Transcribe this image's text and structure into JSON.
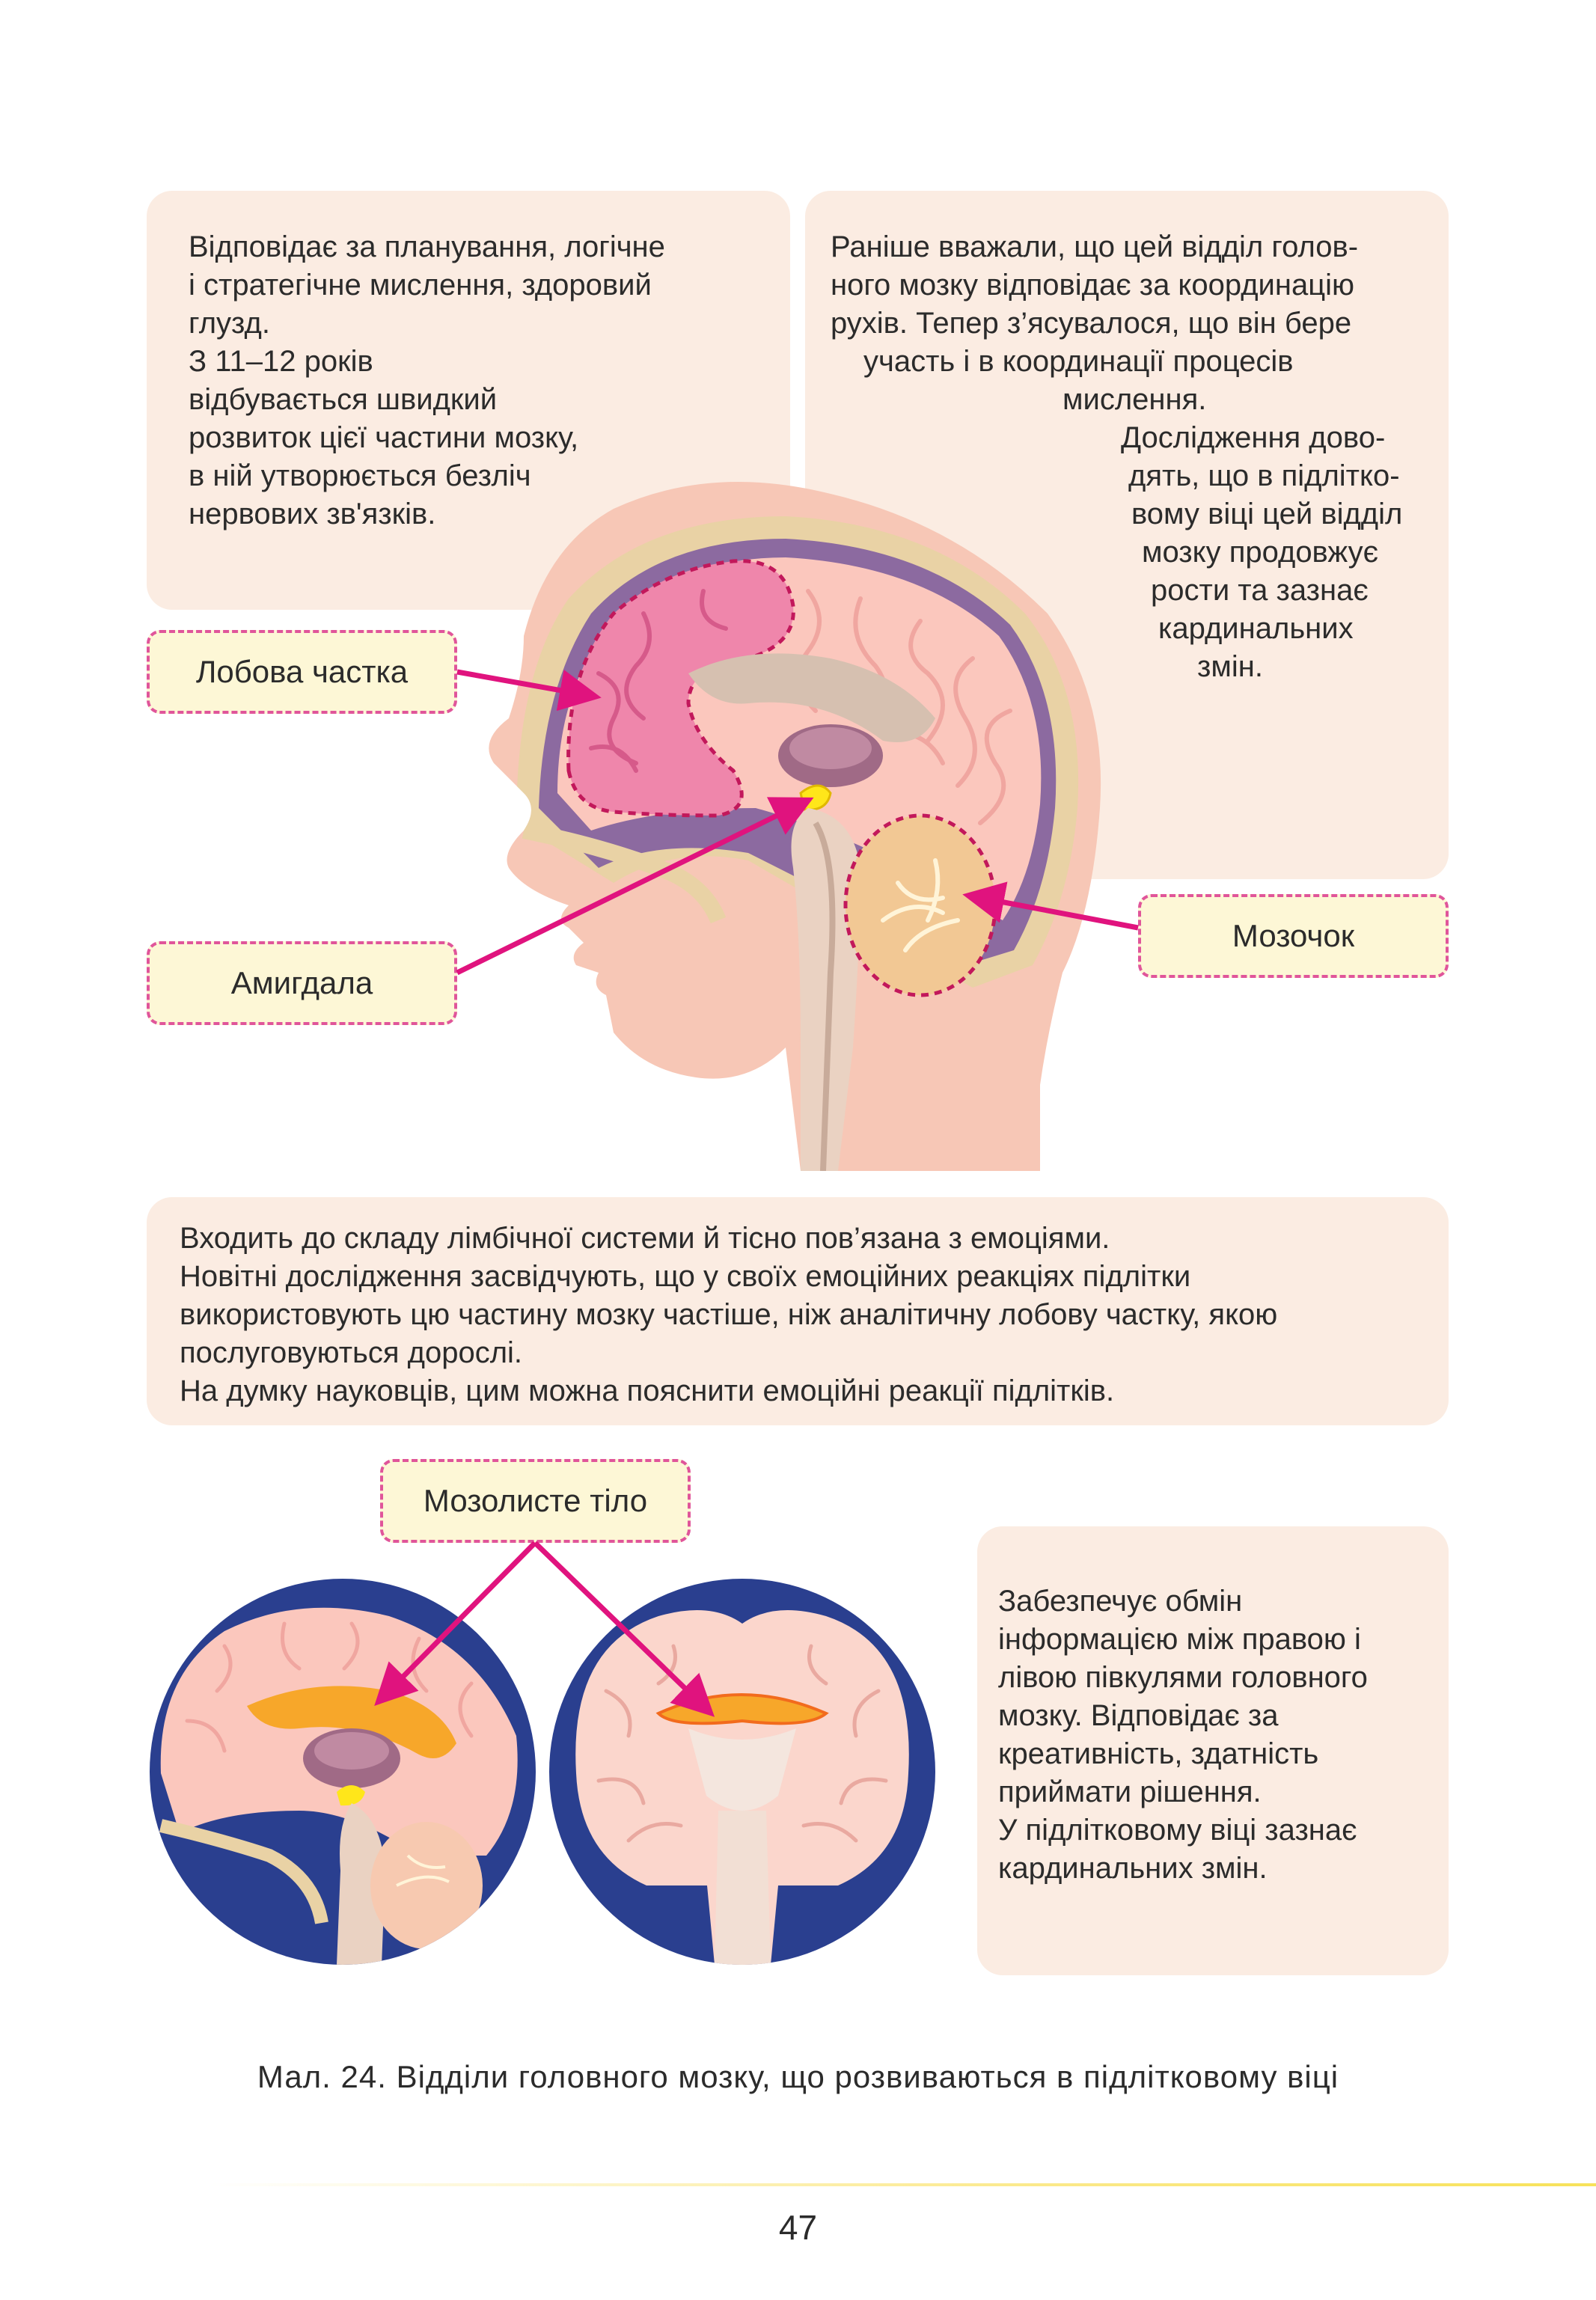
{
  "frontal_info": {
    "lines": [
      "Відповідає за планування, логічне",
      "і стратегічне мислення, здоровий",
      "глузд.",
      "З 11–12 років",
      "відбувається швидкий",
      "розвиток цієї частини мозку,",
      "в ній утворюється безліч",
      "нервових зв'язків."
    ]
  },
  "cerebellum_info": {
    "lines": [
      "Раніше вважали, що цей відділ голов-",
      "ного мозку відповідає за координацію",
      "рухів. Тепер з’ясувалося, що він бере",
      "участь і в координації процесів",
      "мислення.",
      "Дослідження дово-",
      "дять, що в підлітко-",
      "вому віці цей відділ",
      "мозку продовжує",
      "рости та зазнає",
      "кардинальних",
      "змін."
    ]
  },
  "labels": {
    "frontal": "Лобова частка",
    "amygdala": "Амигдала",
    "cerebellum": "Мозочок",
    "corpus_callosum": "Мозолисте тіло"
  },
  "amygdala_info": {
    "lines": [
      "Входить до складу лімбічної системи й тісно пов’язана з емоціями.",
      "Новітні дослідження засвідчують, що у своїх емоційних реакціях підлітки",
      "використовують цю частину мозку частіше, ніж аналітичну лобову частку, якою",
      "послуговуються дорослі.",
      "На думку науковців, цим можна пояснити емоційні реакції підлітків."
    ]
  },
  "callosum_info": {
    "lines": [
      "Забезпечує обмін",
      "інформацією між правою і",
      "лівою півкулями головного",
      "мозку. Відповідає за",
      "креативність, здатність",
      "приймати рішення.",
      "У підлітковому віці зазнає",
      "кардинальних змін."
    ]
  },
  "caption": "Мал. 24. Відділи головного мозку, що розвиваються в підлітковому віці",
  "page_number": "47",
  "colors": {
    "box_bg": "#fbece2",
    "label_bg": "#fdf7d6",
    "arrow": "#e0137e",
    "circle_bg": "#2a3f8f"
  }
}
